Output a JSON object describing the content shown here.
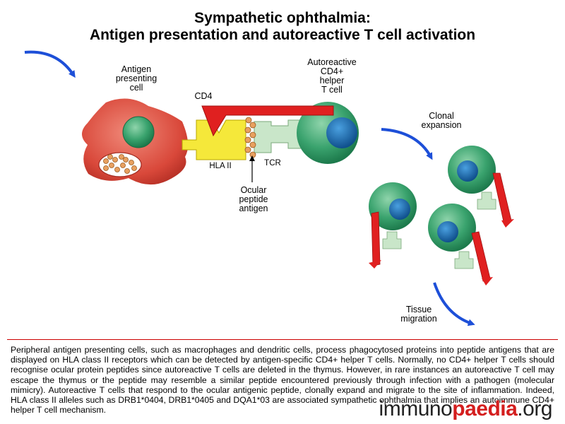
{
  "title_line1": "Sympathetic ophthalmia:",
  "title_line2": "Antigen presentation and autoreactive T cell activation",
  "labels": {
    "apc": "Antigen\npresenting\ncell",
    "cd4": "CD4",
    "t_cell": "Autoreactive\nCD4+\nhelper\nT cell",
    "hla": "HLA II",
    "tcr": "TCR",
    "peptide": "Ocular\npeptide\nantigen",
    "clonal": "Clonal\nexpansion",
    "migration": "Tissue\nmigration"
  },
  "caption": "Peripheral antigen presenting cells, such as macrophages and dendritic cells, process phagocytosed proteins into peptide antigens that are displayed on HLA class II receptors which can be detected by antigen-specific CD4+ helper T cells. Normally, no CD4+ helper T cells should recognise ocular protein peptides since autoreactive T cells are deleted in the thymus. However, in rare instances an autoreactive T cell may escape the thymus or the peptide may resemble a similar peptide encountered previously through infection with a pathogen (molecular mimicry). Autoreactive T cells that respond to the ocular antigenic peptide, clonally expand and migrate to the site of inflammation. Indeed, HLA class II alleles such as DRB1*0404, DRB1*0405 and DQA1*03 are associated sympathetic ophthalmia that implies an autoimmune CD4+ helper T cell mechanism.",
  "logo": {
    "part1": "immuno",
    "part2": "paedia",
    "part3": ".org"
  },
  "colors": {
    "apc": "#d94a3c",
    "cell_green": "#2e9a64",
    "nucleus_blue": "#1f74b8",
    "hla_yellow": "#f5e83a",
    "tcr_green": "#c9e6c9",
    "cd4_red": "#e02020",
    "peptide": "#e8a060",
    "arrow_blue": "#1d4fd8"
  }
}
